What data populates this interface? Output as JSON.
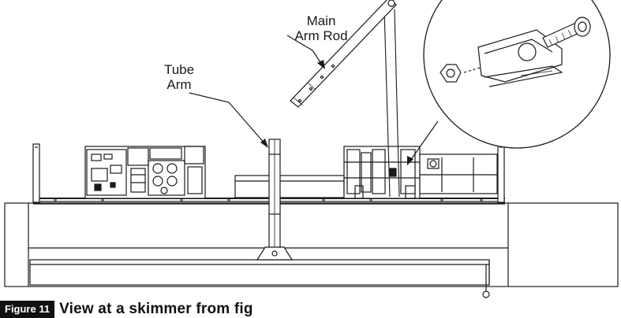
{
  "labels": {
    "main_arm_rod_line1": "Main",
    "main_arm_rod_line2": "Arm Rod",
    "tube_arm_line1": "Tube",
    "tube_arm_line2": "Arm"
  },
  "caption": {
    "figure_badge": "Figure 11",
    "text": "View at a skimmer from fig"
  },
  "colors": {
    "line": "#1a1a1a",
    "fill": "#ffffff",
    "badge_bg": "#111111"
  }
}
